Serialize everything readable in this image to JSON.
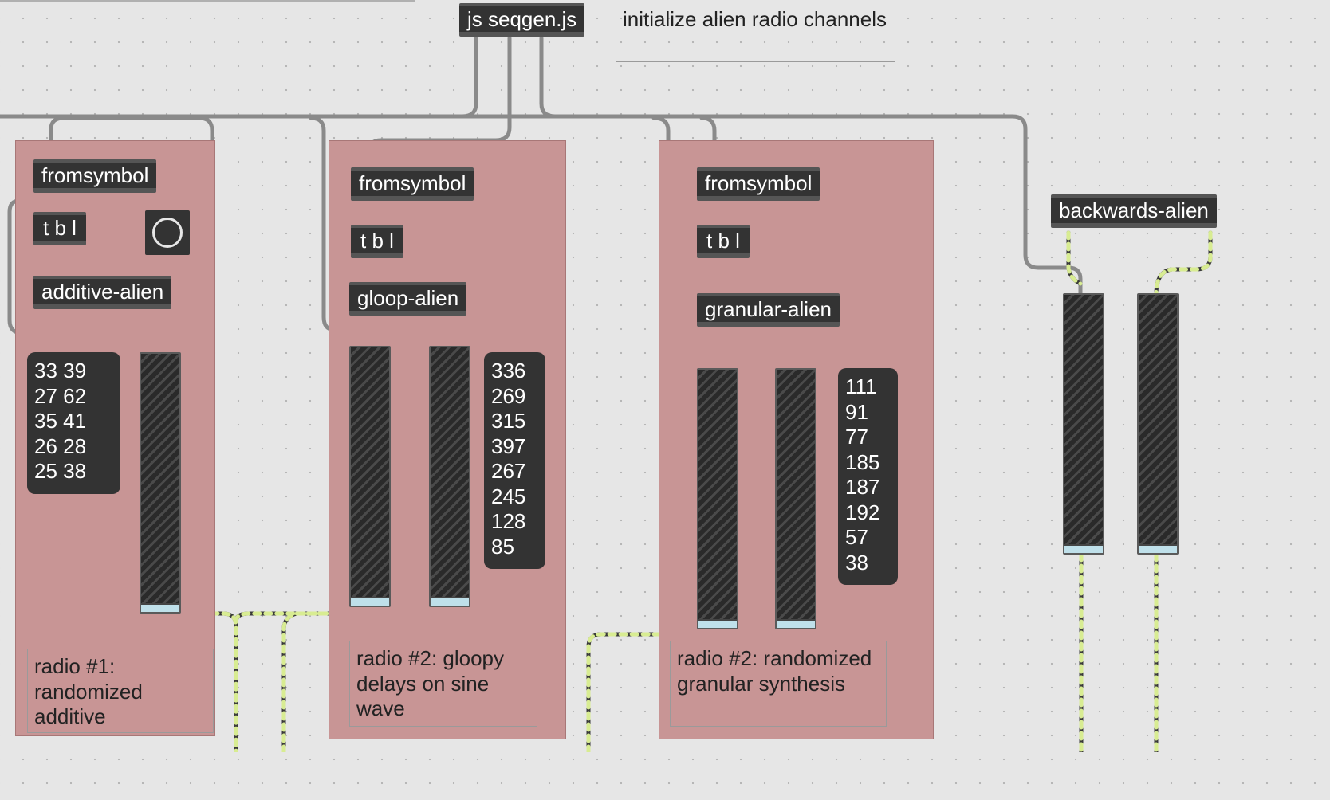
{
  "patch": {
    "js_object": "js seqgen.js",
    "init_comment": "initialize alien radio channels",
    "radio1": {
      "fromsymbol": "fromsymbol",
      "trigger": "t b l",
      "synth": "additive-alien",
      "list": [
        "33 39",
        "27 62",
        "35 41",
        "26 28",
        "25 38"
      ],
      "comment": "radio #1: randomized additive"
    },
    "radio2": {
      "fromsymbol": "fromsymbol",
      "trigger": "t b l",
      "synth": "gloop-alien",
      "list": [
        "336",
        "269",
        "315",
        "397",
        "267",
        "245",
        "128",
        "85"
      ],
      "comment": "radio #2: gloopy delays on sine wave"
    },
    "radio3": {
      "fromsymbol": "fromsymbol",
      "trigger": "t b l",
      "synth": "granular-alien",
      "list": [
        "111",
        "91",
        "77",
        "185",
        "187",
        "192",
        "57",
        "38"
      ],
      "comment": "radio #2: randomized granular synthesis"
    },
    "backwards": {
      "synth": "backwards-alien"
    }
  },
  "colors": {
    "canvas": "#e6e6e6",
    "panel": "#c89595",
    "object": "#333333",
    "patchcord": "#9e9e9e",
    "signal_cord": "#d8ec92"
  },
  "icons": {
    "toggle": "bang-icon"
  }
}
